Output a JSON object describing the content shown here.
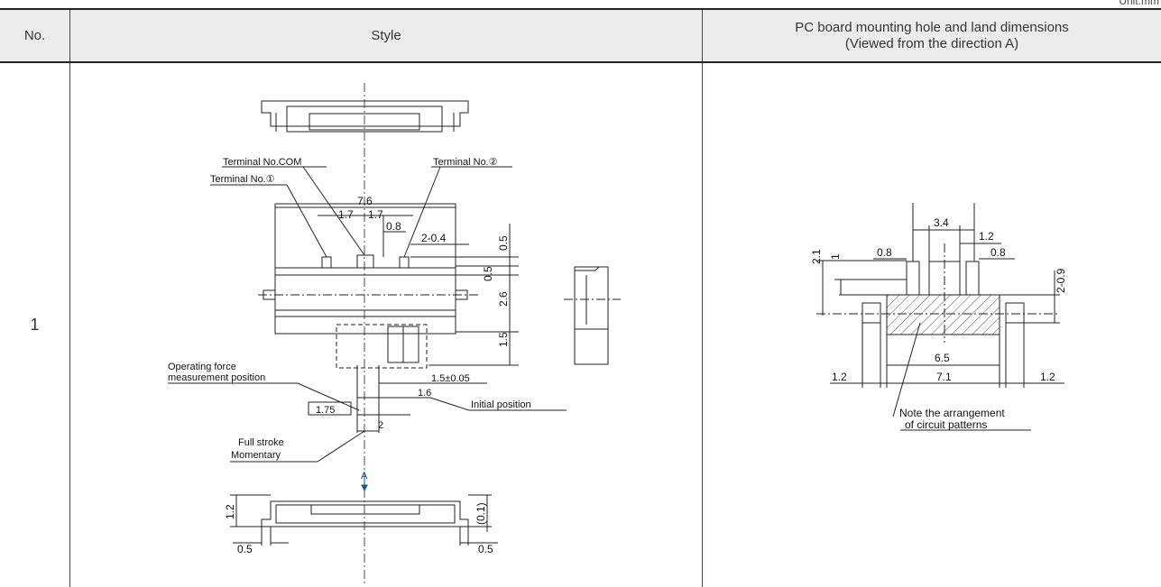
{
  "unit_label": "Unit:mm",
  "table": {
    "headers": {
      "no": "No.",
      "style": "Style",
      "pcb": "PC board mounting hole and land dimensions\n(Viewed from the direction A)"
    },
    "rows": [
      {
        "no": "1"
      }
    ]
  },
  "style_drawing": {
    "labels": {
      "terminal_com": "Terminal No.COM",
      "terminal_1": "Terminal No.①",
      "terminal_2": "Terminal No.②",
      "operating_force": "Operating force",
      "measurement_position": "measurement position",
      "full_stroke": "Full stroke",
      "momentary": "Momentary",
      "initial_position": "Initial position",
      "direction_a": "A"
    },
    "dims": {
      "d7_6": "7.6",
      "d1_7a": "1.7",
      "d1_7b": "1.7",
      "d0_8": "0.8",
      "d2_0_4": "2-0.4",
      "d0_5_top": "0.5",
      "d0_5_mid": "0.5",
      "d2_6": "2.6",
      "d1_5": "1.5",
      "d1_5_tol": "1.5±0.05",
      "d1_6": "1.6",
      "d1_75": "1.75",
      "d2": "2",
      "d1_2": "1.2",
      "d0_1": "(0.1)",
      "d0_5_left": "0.5",
      "d0_5_right": "0.5"
    }
  },
  "pcb_drawing": {
    "dims": {
      "d3_4": "3.4",
      "d1_2_top": "1.2",
      "d0_8_left": "0.8",
      "d0_8_right": "0.8",
      "d2_1": "2.1",
      "d1": "1",
      "d2_0_9": "2-0.9",
      "d6_5": "6.5",
      "d7_1": "7.1",
      "d1_2_left": "1.2",
      "d1_2_right": "1.2"
    },
    "note_line1": "Note the arrangement",
    "note_line2": "of circuit patterns"
  },
  "colors": {
    "header_bg": "#ececec",
    "rule": "#222222",
    "arrow_a": "#1a4fa0"
  }
}
